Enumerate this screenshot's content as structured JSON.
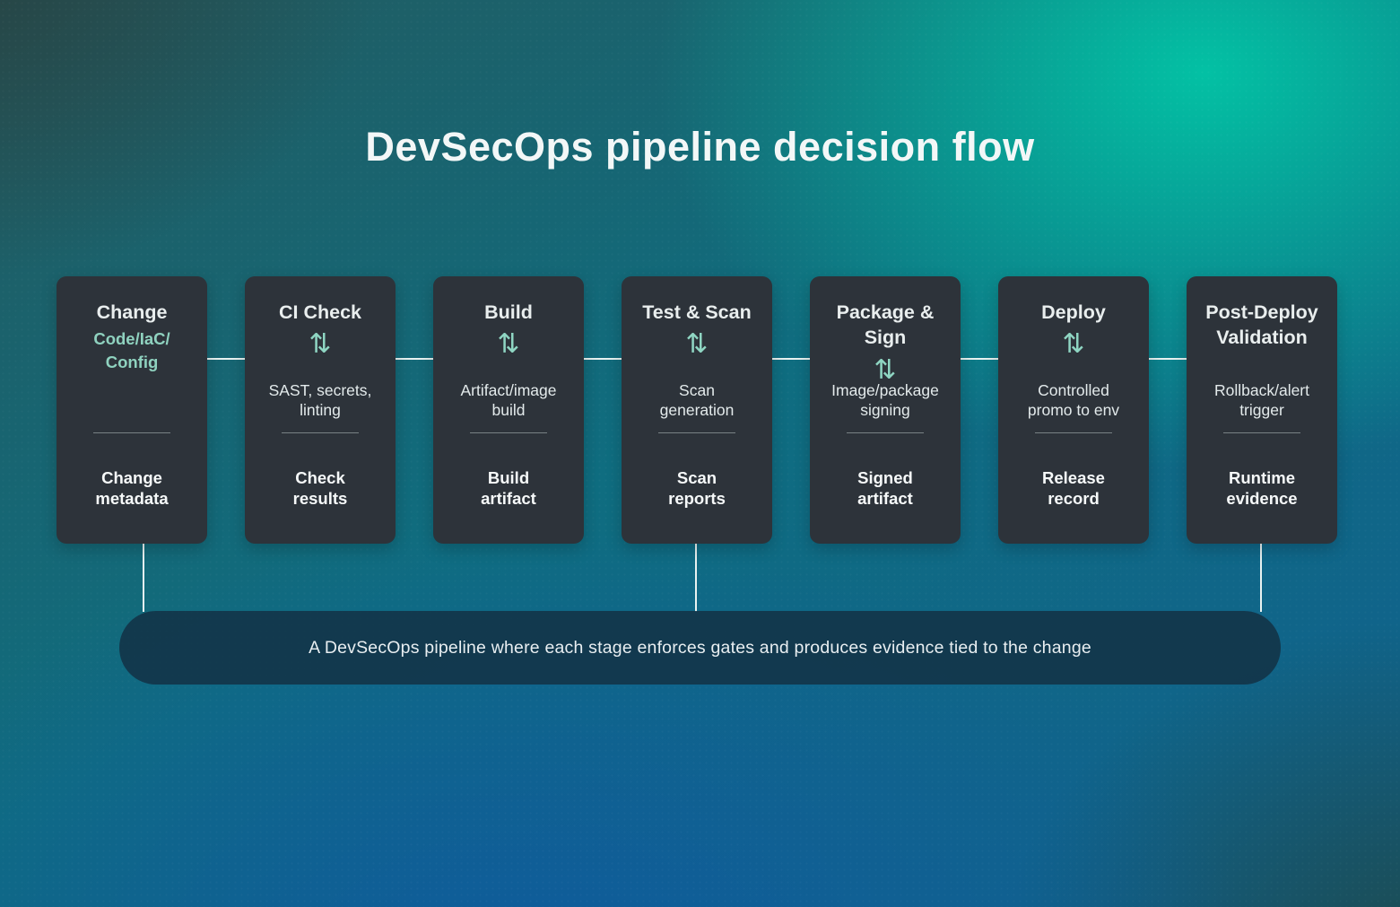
{
  "title": "DevSecOps pipeline decision flow",
  "colors": {
    "accent_mint": "#8fd6c3",
    "card_bg": "#2d333a",
    "pill_bg": "#133448",
    "connector": "#e9f2f1",
    "bg_green": "#02c5a6",
    "bg_blue": "#0f5a9e",
    "bg_dark_teal": "#284242"
  },
  "stages": [
    {
      "title_lines": [
        "Change"
      ],
      "subtitle_lines": [
        "Code/IaC/",
        "Config"
      ],
      "output_lines": [
        "Change",
        "metadata"
      ]
    },
    {
      "title_lines": [
        "CI Check"
      ],
      "icon": "⇅",
      "body_lines": [
        "SAST, secrets,",
        "linting"
      ],
      "output_lines": [
        "Check",
        "results"
      ]
    },
    {
      "title_lines": [
        "Build"
      ],
      "icon": "⇅",
      "body_lines": [
        "Artifact/image",
        "build"
      ],
      "output_lines": [
        "Build",
        "artifact"
      ]
    },
    {
      "title_lines": [
        "Test & Scan"
      ],
      "icon": "⇅",
      "body_lines": [
        "Scan",
        "generation"
      ],
      "output_lines": [
        "Scan",
        "reports"
      ]
    },
    {
      "title_lines": [
        "Package &",
        "Sign"
      ],
      "icon": "⇅",
      "body_lines": [
        "Image/package",
        "signing"
      ],
      "output_lines": [
        "Signed",
        "artifact"
      ]
    },
    {
      "title_lines": [
        "Deploy"
      ],
      "icon": "⇅",
      "body_lines": [
        "Controlled",
        "promo to env"
      ],
      "output_lines": [
        "Release",
        "record"
      ]
    },
    {
      "title_lines": [
        "Post-Deploy",
        "Validation"
      ],
      "body_lines": [
        "Rollback/alert",
        "trigger"
      ],
      "output_lines": [
        "Runtime",
        "evidence"
      ]
    }
  ],
  "summary": "A DevSecOps pipeline where each stage enforces gates and produces evidence tied to the change"
}
